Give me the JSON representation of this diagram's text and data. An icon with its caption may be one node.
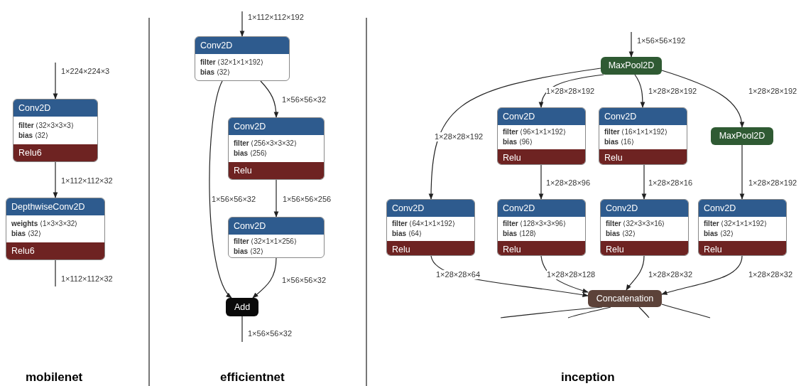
{
  "diagram": {
    "nodes": [
      {
        "text": [
          "Conv2D",
          "**filter** ⟨32×3×3×3⟩",
          "**bias** ⟨32⟩",
          "Relu6"
        ]
      },
      {
        "text": [
          "DepthwiseConv2D",
          "**weights** ⟨1×3×3×32⟩",
          "**bias** ⟨32⟩",
          "Relu6"
        ]
      },
      {
        "text": [
          "Conv2D",
          "**filter** ⟨32×1×1×192⟩",
          "**bias** ⟨32⟩"
        ]
      },
      {
        "text": [
          "Conv2D",
          "**filter** ⟨256×3×3×32⟩",
          "**bias** ⟨256⟩",
          "Relu"
        ]
      },
      {
        "text": [
          "Conv2D",
          "**filter** ⟨32×1×1×256⟩",
          "**bias** ⟨32⟩"
        ]
      },
      {
        "text": [
          "Add"
        ]
      },
      {
        "text": [
          "MaxPool2D"
        ]
      },
      {
        "text": [
          "Conv2D",
          "**filter** ⟨96×1×1×192⟩",
          "**bias** ⟨96⟩",
          "Relu"
        ]
      },
      {
        "text": [
          "Conv2D",
          "**filter** ⟨16×1×1×192⟩",
          "**bias** ⟨16⟩",
          "Relu"
        ]
      },
      {
        "text": [
          "MaxPool2D"
        ]
      },
      {
        "text": [
          "Conv2D",
          "**filter** ⟨64×1×1×192⟩",
          "**bias** ⟨64⟩",
          "Relu"
        ]
      },
      {
        "text": [
          "Conv2D",
          "**filter** ⟨128×3×3×96⟩",
          "**bias** ⟨128⟩",
          "Relu"
        ]
      },
      {
        "text": [
          "Conv2D",
          "**filter** ⟨32×3×3×16⟩",
          "**bias** ⟨32⟩",
          "Relu"
        ]
      },
      {
        "text": [
          "Conv2D",
          "**filter** ⟨32×1×1×192⟩",
          "**bias** ⟨32⟩",
          "Relu"
        ]
      },
      {
        "text": [
          "Concatenation"
        ]
      }
    ],
    "edges": [
      {
        "from": null,
        "to": 0,
        "arrow": "to",
        "label": "1×224×224×3"
      },
      {
        "from": 0,
        "to": 1,
        "arrow": "to",
        "label": "1×112×112×32"
      },
      {
        "from": 1,
        "to": null,
        "arrow": "none",
        "label": "1×112×112×32"
      },
      {
        "from": null,
        "to": 2,
        "arrow": "to",
        "label": "1×112×112×192"
      },
      {
        "from": 2,
        "to": 3,
        "arrow": "to",
        "label": "1×56×56×32"
      },
      {
        "from": 2,
        "to": 5,
        "arrow": "to",
        "label": "1×56×56×32"
      },
      {
        "from": 3,
        "to": 4,
        "arrow": "to",
        "label": "1×56×56×256"
      },
      {
        "from": 4,
        "to": 5,
        "arrow": "to",
        "label": "1×56×56×32"
      },
      {
        "from": 5,
        "to": null,
        "arrow": "none",
        "label": "1×56×56×32"
      },
      {
        "from": null,
        "to": 6,
        "arrow": "to",
        "label": "1×56×56×192"
      },
      {
        "from": 6,
        "to": 10,
        "arrow": "to",
        "label": "1×28×28×192"
      },
      {
        "from": 6,
        "to": 7,
        "arrow": "to",
        "label": "1×28×28×192"
      },
      {
        "from": 6,
        "to": 8,
        "arrow": "to",
        "label": "1×28×28×192"
      },
      {
        "from": 6,
        "to": 9,
        "arrow": "to",
        "label": "1×28×28×192"
      },
      {
        "from": 7,
        "to": 11,
        "arrow": "to",
        "label": "1×28×28×96"
      },
      {
        "from": 8,
        "to": 12,
        "arrow": "to",
        "label": "1×28×28×16"
      },
      {
        "from": 9,
        "to": 13,
        "arrow": "to",
        "label": "1×28×28×192"
      },
      {
        "from": 10,
        "to": 14,
        "arrow": "to",
        "label": "1×28×28×64"
      },
      {
        "from": 11,
        "to": 14,
        "arrow": "to",
        "label": "1×28×28×128"
      },
      {
        "from": 12,
        "to": 14,
        "arrow": "to",
        "label": "1×28×28×32"
      },
      {
        "from": 13,
        "to": 14,
        "arrow": "to",
        "label": "1×28×28×32"
      },
      {
        "from": 14,
        "to": null,
        "arrow": "none"
      },
      {
        "from": 14,
        "to": null,
        "arrow": "none"
      },
      {
        "from": 14,
        "to": null,
        "arrow": "none"
      },
      {
        "from": 14,
        "to": null,
        "arrow": "none"
      }
    ],
    "labels": [
      "mobilenet",
      "efficientnet",
      "inception"
    ]
  }
}
